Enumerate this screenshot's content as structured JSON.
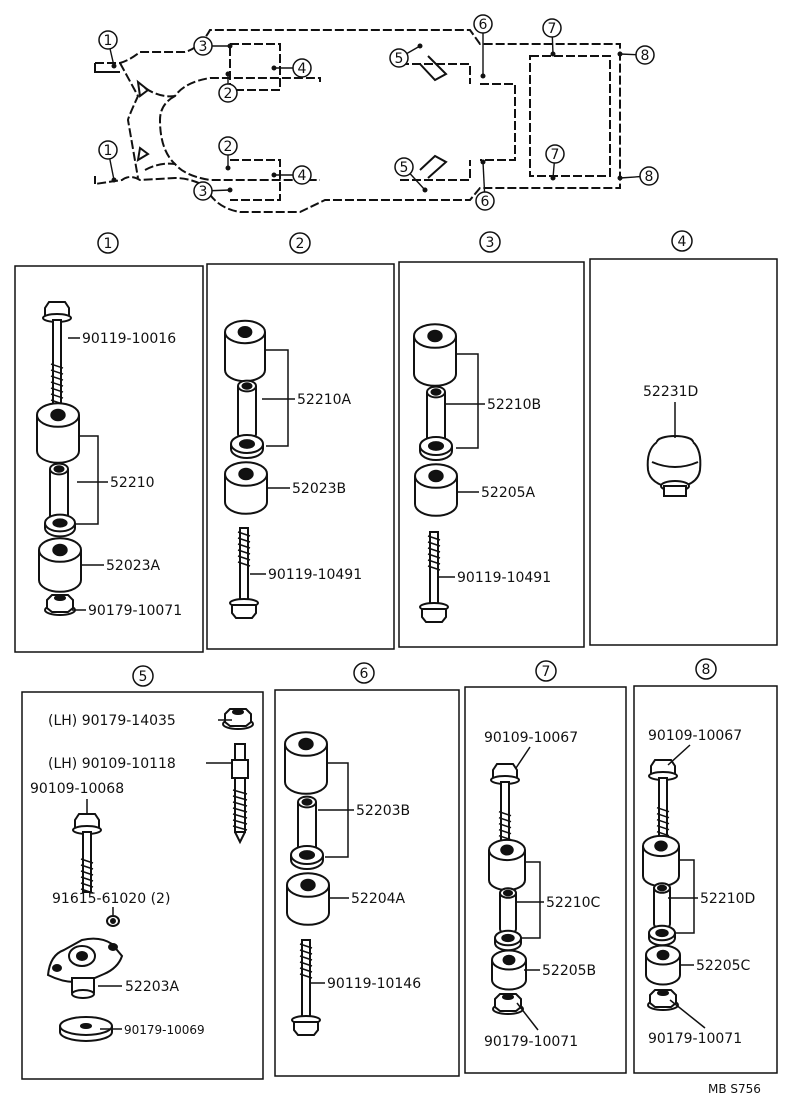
{
  "overview": {
    "markers": [
      "1",
      "1",
      "2",
      "2",
      "3",
      "3",
      "4",
      "4",
      "5",
      "5",
      "6",
      "6",
      "7",
      "7",
      "8",
      "8"
    ]
  },
  "panels": [
    {
      "id": "1",
      "parts": [
        "90119-10016",
        "52210",
        "52023A",
        "90179-10071"
      ]
    },
    {
      "id": "2",
      "parts": [
        "52210A",
        "52023B",
        "90119-10491"
      ]
    },
    {
      "id": "3",
      "parts": [
        "52210B",
        "52205A",
        "90119-10491"
      ]
    },
    {
      "id": "4",
      "parts": [
        "52231D"
      ]
    },
    {
      "id": "5",
      "parts": [
        "(LH) 90179-14035",
        "(LH) 90109-10118",
        "90109-10068",
        "91615-61020 (2)",
        "52203A",
        "90179-10069"
      ]
    },
    {
      "id": "6",
      "parts": [
        "52203B",
        "52204A",
        "90119-10146"
      ]
    },
    {
      "id": "7",
      "parts": [
        "90109-10067",
        "52210C",
        "52205B",
        "90179-10071"
      ]
    },
    {
      "id": "8",
      "parts": [
        "90109-10067",
        "52210D",
        "52205C",
        "90179-10071"
      ]
    }
  ],
  "footer": {
    "code": "MB  S756"
  }
}
